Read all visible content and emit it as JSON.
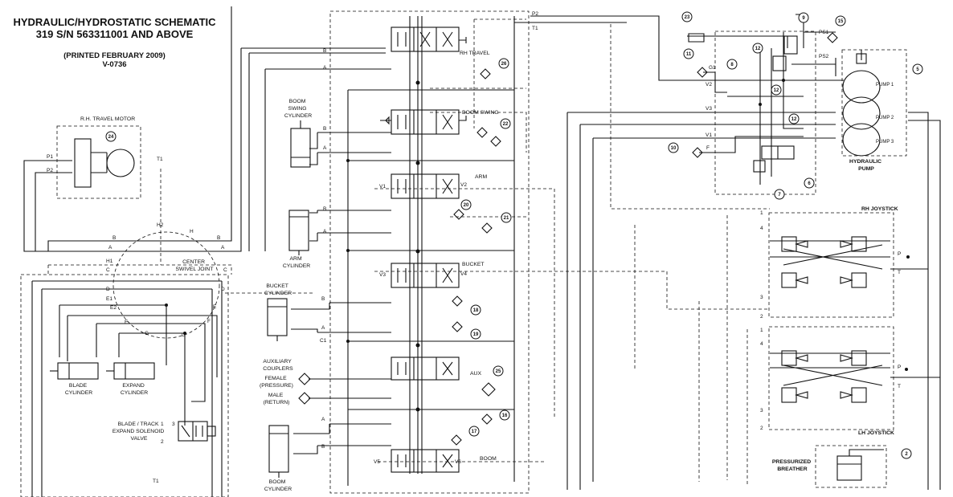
{
  "header": {
    "title_line1": "HYDRAULIC/HYDROSTATIC SCHEMATIC",
    "title_line2": "319 S/N 563311001 AND ABOVE",
    "printed": "(PRINTED FEBRUARY 2009)",
    "doc_code": "V-0736"
  },
  "components": {
    "rh_travel_motor": "R.H. TRAVEL MOTOR",
    "rh_travel": "RH TRAVEL",
    "boom_swing": "BOOM SWING",
    "boom_swing_cyl": [
      "BOOM",
      "SWING",
      "CYLINDER"
    ],
    "arm": "ARM",
    "arm_cyl": [
      "ARM",
      "CYLINDER"
    ],
    "bucket": "BUCKET",
    "bucket_cyl": [
      "BUCKET",
      "CYLINDER"
    ],
    "aux": "AUX",
    "aux_couplers": [
      "AUXILIARY",
      "COUPLERS"
    ],
    "female": [
      "FEMALE",
      "(PRESSURE)"
    ],
    "male": [
      "MALE",
      "(RETURN)"
    ],
    "boom": "BOOM",
    "boom_cyl": [
      "BOOM",
      "CYLINDER"
    ],
    "center_swivel": [
      "CENTER",
      "SWIVEL JOINT"
    ],
    "blade_cyl": [
      "BLADE",
      "CYLINDER"
    ],
    "expand_cyl": [
      "EXPAND",
      "CYLINDER"
    ],
    "solenoid": [
      "BLADE / TRACK",
      "EXPAND SOLENOID",
      "VALVE"
    ],
    "hydraulic_pump": [
      "HYDRAULIC",
      "PUMP"
    ],
    "rh_joystick": "RH JOYSTICK",
    "lh_joystick": "LH JOYSTICK",
    "breather": [
      "PRESSURIZED",
      "BREATHER"
    ],
    "pump1": "PUMP 1",
    "pump2": "PUMP 2",
    "pump3": "PUMP 3"
  },
  "callouts": [
    "23",
    "9",
    "15",
    "11",
    "12",
    "8",
    "5",
    "12",
    "12",
    "10",
    "7",
    "6",
    "24",
    "26",
    "22",
    "20",
    "21",
    "18",
    "19",
    "25",
    "16",
    "17",
    "2"
  ],
  "port_labels": {
    "P2": "P2",
    "T1": "T1",
    "B": "B",
    "A": "A",
    "P1": "P1",
    "H2": "H2",
    "H": "H",
    "H1": "H1",
    "C": "C",
    "D": "D",
    "E1": "E1",
    "E2": "E2",
    "E": "E",
    "F": "F",
    "G": "G",
    "C1": "C1",
    "V1": "V1",
    "V2": "V2",
    "V3": "V3",
    "V4": "V4",
    "V5": "V5",
    "V6": "V6",
    "G1": "G1",
    "PS1": "PS1",
    "PS2": "PS2",
    "P": "P",
    "T": "T",
    "n1": "1",
    "n2": "2",
    "n3": "3",
    "n4": "4"
  }
}
